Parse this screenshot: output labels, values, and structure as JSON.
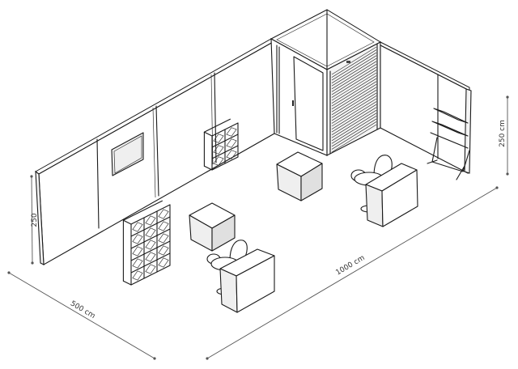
{
  "dimensions": {
    "width_label": "1000 cm",
    "depth_label": "500 cm",
    "height_left_label": "250",
    "height_right_label": "250 cm"
  }
}
